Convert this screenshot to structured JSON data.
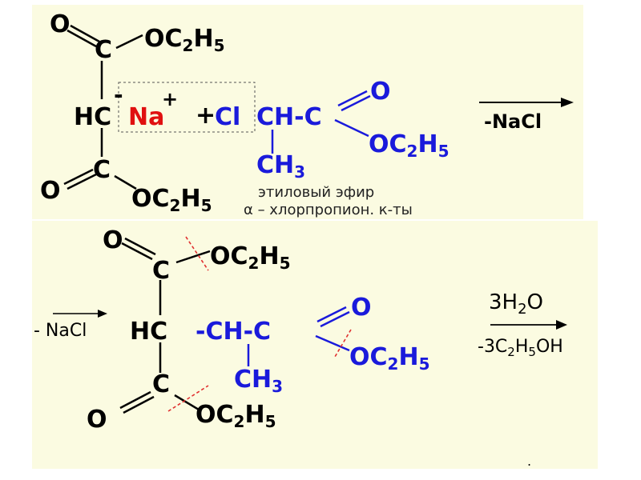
{
  "colors": {
    "black": "#000000",
    "blue": "#1a1adb",
    "red": "#e01010",
    "panel": "#fbfbe1",
    "cut": "#e03030"
  },
  "top": {
    "o_top": "O",
    "c_top": "C",
    "oc2h5_top": {
      "main": "OC",
      "s1": "2",
      "mid": "H",
      "s2": "5"
    },
    "hc": "HC",
    "minus": "-",
    "na": "Na",
    "plus_sup": "+",
    "plus": "+",
    "cl": "Cl",
    "ch": "CH-C",
    "o_blue": "O",
    "oc2h5_blue": {
      "main": "OC",
      "s1": "2",
      "mid": "H",
      "s2": "5"
    },
    "ch3": {
      "main": "CH",
      "s": "3"
    },
    "c_bot": "C",
    "o_bot": "O",
    "oc2h5_bot": {
      "main": "OC",
      "s1": "2",
      "mid": "H",
      "s2": "5"
    },
    "arrow_label": "-NaCl",
    "name_line1": "этиловый эфир",
    "name_line2": "α – хлорпропион. к-ты"
  },
  "bottom": {
    "o_top": "O",
    "c_top": "C",
    "oc2h5_top": {
      "main": "OC",
      "s1": "2",
      "mid": "H",
      "s2": "5"
    },
    "left_label": "- NaCl",
    "hc": "HC",
    "ch": "-CH-C",
    "o_blue": "O",
    "oc2h5_blue": {
      "main": "OC",
      "s1": "2",
      "mid": "H",
      "s2": "5"
    },
    "ch3": {
      "main": "CH",
      "s": "3"
    },
    "c_bot": "C",
    "o_bot": "O",
    "oc2h5_bot": {
      "main": "OC",
      "s1": "2",
      "mid": "H",
      "s2": "5"
    },
    "water": {
      "main": "3H",
      "s": "2",
      "end": "O"
    },
    "ethanol": {
      "main": "-3C",
      "s1": "2",
      "mid": "H",
      "s2": "5",
      "end": "OH"
    },
    "dot": "."
  }
}
